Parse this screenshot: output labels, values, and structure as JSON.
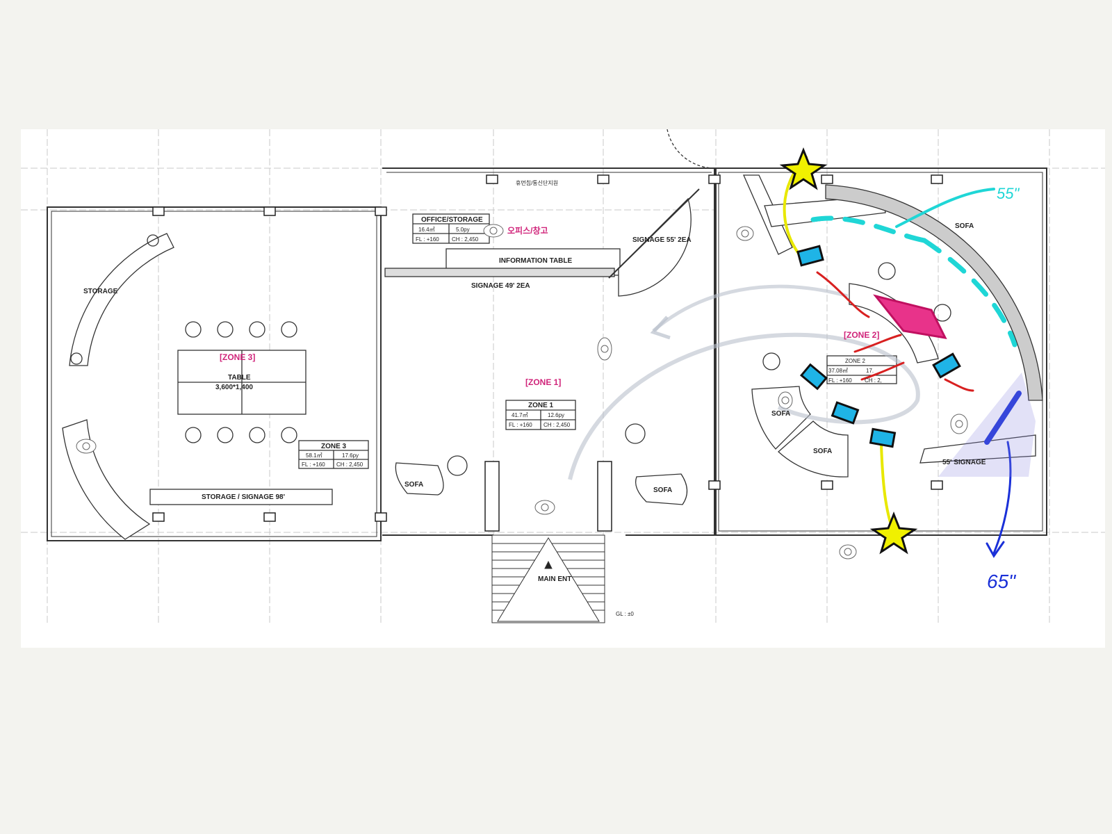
{
  "plan": {
    "zone1": {
      "label": "[ZONE 1]",
      "table_title": "ZONE 1",
      "area_m2": "41.7㎡",
      "area_py": "12.6py",
      "fl": "FL : +160",
      "ch": "CH : 2,450"
    },
    "zone2": {
      "label": "[ZONE 2]",
      "table_title": "ZONE 2",
      "area_m2": "37.08㎡",
      "area_py": "17.",
      "fl": "FL : +160",
      "ch": "CH : 2,"
    },
    "zone3": {
      "label": "[ZONE 3]",
      "table_title": "ZONE 3",
      "area_m2": "58.1㎡",
      "area_py": "17.6py",
      "fl": "FL : +160",
      "ch": "CH : 2,450"
    },
    "office": {
      "table_title": "OFFICE/STORAGE",
      "area_m2": "16.4㎡",
      "area_py": "5.0py",
      "fl": "FL : +160",
      "ch": "CH : 2,450",
      "korean_label": "오피스/창고"
    },
    "labels": {
      "storage": "STORAGE",
      "table": "TABLE",
      "table_size": "3,600*1,400",
      "storage_signage": "STORAGE / SIGNAGE 98'",
      "information_table": "INFORMATION TABLE",
      "signage_49": "SIGNAGE 49' 2EA",
      "signage_55_2ea": "SIGNAGE 55' 2EA",
      "signage_55": "55' SIGNAGE",
      "sofa": "SOFA",
      "main_ent": "MAIN ENT",
      "gl": "GL : ±0",
      "top_header": "휴먼칩/통신단지원"
    },
    "annotations": {
      "handwritten_55": "55\"",
      "handwritten_65": "65\""
    }
  }
}
